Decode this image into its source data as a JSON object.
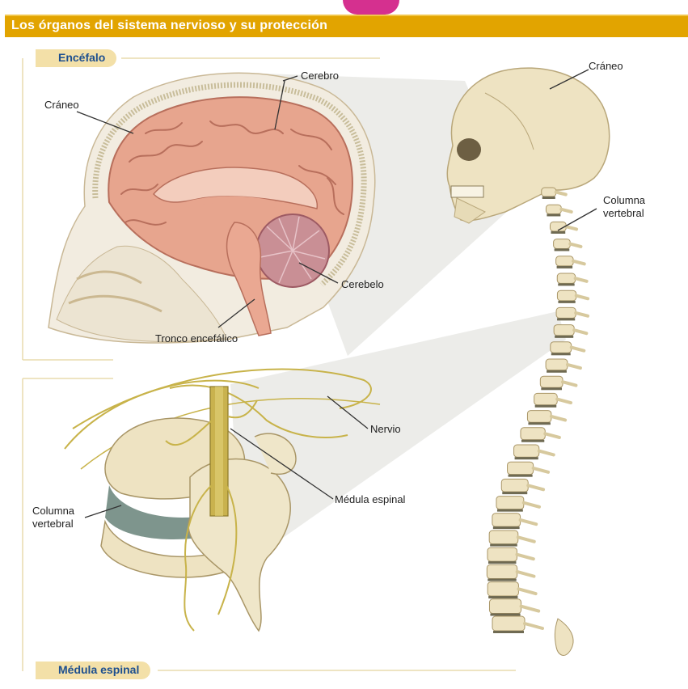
{
  "title": "Los órganos del sistema nervioso y su protección",
  "sections": {
    "encefalo": "Encéfalo",
    "medula": "Médula espinal"
  },
  "labels": {
    "cerebro": "Cerebro",
    "craneo_left": "Cráneo",
    "craneo_right": "Cráneo",
    "columna_right_1": "Columna",
    "columna_right_2": "vertebral",
    "cerebelo": "Cerebelo",
    "tronco": "Tronco encefálico",
    "nervio": "Nervio",
    "medula_espinal": "Médula espinal",
    "columna_left_1": "Columna",
    "columna_left_2": "vertebral"
  },
  "colors": {
    "title_bar": "#e2a400",
    "tab_bg": "#f3e0a8",
    "tab_text": "#1d4f8f",
    "brain": "#e7a58e",
    "bone": "#eee3c2",
    "nerve": "#c8b34a"
  }
}
